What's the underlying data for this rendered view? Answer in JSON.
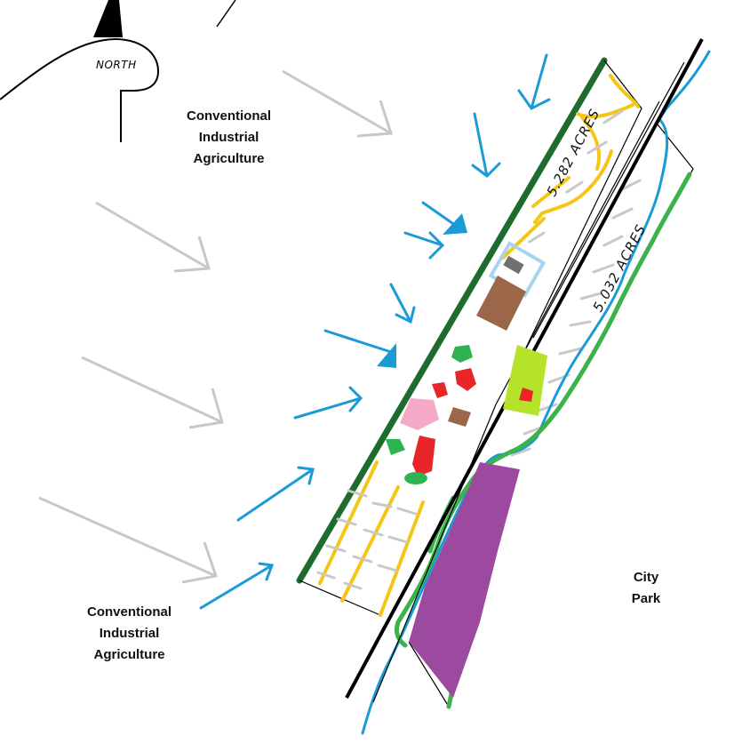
{
  "compass": {
    "label": "NORTH"
  },
  "parcels": {
    "north_parcel_label": "5.282 ACRES",
    "south_parcel_label": "5.032 ACRES"
  },
  "labels": {
    "top_left": [
      "Conventional",
      "Industrial",
      "Agriculture"
    ],
    "bottom_left": [
      "Conventional",
      "Industrial",
      "Agriculture"
    ],
    "right": [
      "City",
      "Park"
    ]
  },
  "colors": {
    "prevailing_wind_arrow": "#c8c8c8",
    "water_flow_arrow": "#1a9ad6",
    "tree_line": "#1e6b2e",
    "road_lines": "#f5c518",
    "railroad": "#000000",
    "stream": "#1a9ad6",
    "riparian_vegetation": "#3cb34a",
    "purple_area": "#9b4a9f",
    "building_red": "#e8262a",
    "building_brown": "#9b6748",
    "building_pink": "#f6a9c7",
    "field_lime": "#b5e32a",
    "shrub_green": "#2fb350",
    "outbuilding_gray": "#707070",
    "outline_light_blue": "#a8d4ec"
  }
}
